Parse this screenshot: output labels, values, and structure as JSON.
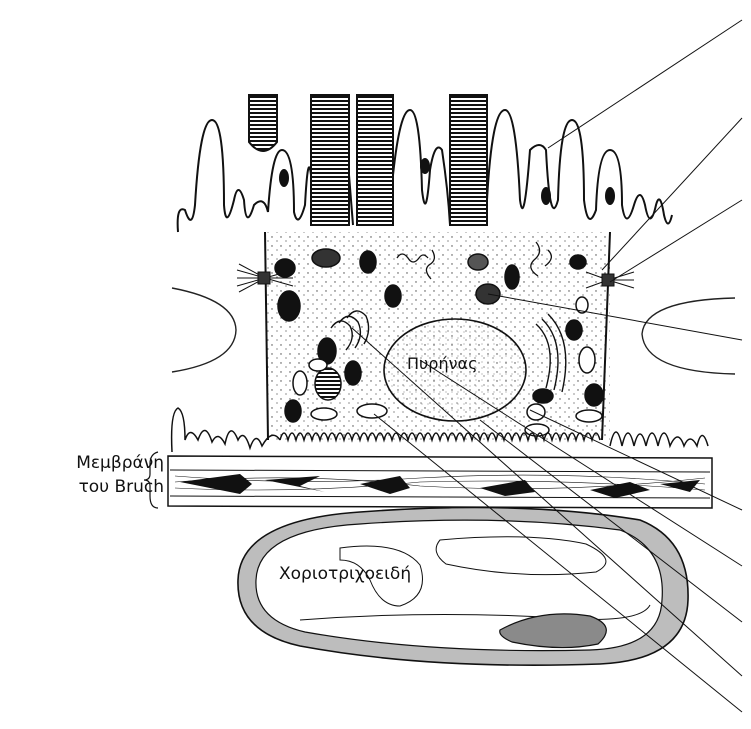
{
  "labels": {
    "nucleus": "Πυρήνας",
    "bruch_line1": "Μεμβράνη",
    "bruch_line2": "του Bruch",
    "choriocapillaris": "Χοριοτριχοειδή"
  },
  "colors": {
    "ink": "#111111",
    "vessel_wall": "#bdbdbd",
    "background": "#ffffff"
  },
  "callouts": [
    {
      "target": "microvilli-apical"
    },
    {
      "target": "tight-junction"
    },
    {
      "target": "adherens-junction"
    },
    {
      "target": "mitochondrion"
    },
    {
      "target": "basal-infoldings"
    },
    {
      "target": "bruch-membrane-layer"
    },
    {
      "target": "choriocapillaris-endothelium"
    },
    {
      "target": "golgi-apparatus"
    },
    {
      "target": "endoplasmic-reticulum"
    }
  ]
}
